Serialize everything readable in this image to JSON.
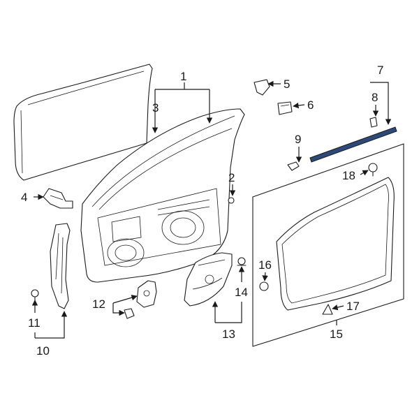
{
  "diagram": {
    "callouts": [
      {
        "id": "1",
        "label": "1"
      },
      {
        "id": "2",
        "label": "2"
      },
      {
        "id": "3",
        "label": "3"
      },
      {
        "id": "4",
        "label": "4"
      },
      {
        "id": "5",
        "label": "5"
      },
      {
        "id": "6",
        "label": "6"
      },
      {
        "id": "7",
        "label": "7"
      },
      {
        "id": "8",
        "label": "8"
      },
      {
        "id": "9",
        "label": "9"
      },
      {
        "id": "10",
        "label": "10"
      },
      {
        "id": "11",
        "label": "11"
      },
      {
        "id": "12",
        "label": "12"
      },
      {
        "id": "13",
        "label": "13"
      },
      {
        "id": "14",
        "label": "14"
      },
      {
        "id": "15",
        "label": "15"
      },
      {
        "id": "16",
        "label": "16"
      },
      {
        "id": "17",
        "label": "17"
      },
      {
        "id": "18",
        "label": "18"
      }
    ],
    "colors": {
      "line": "#1a1a1a",
      "highlight": "#2b4a78",
      "background": "#ffffff"
    }
  }
}
